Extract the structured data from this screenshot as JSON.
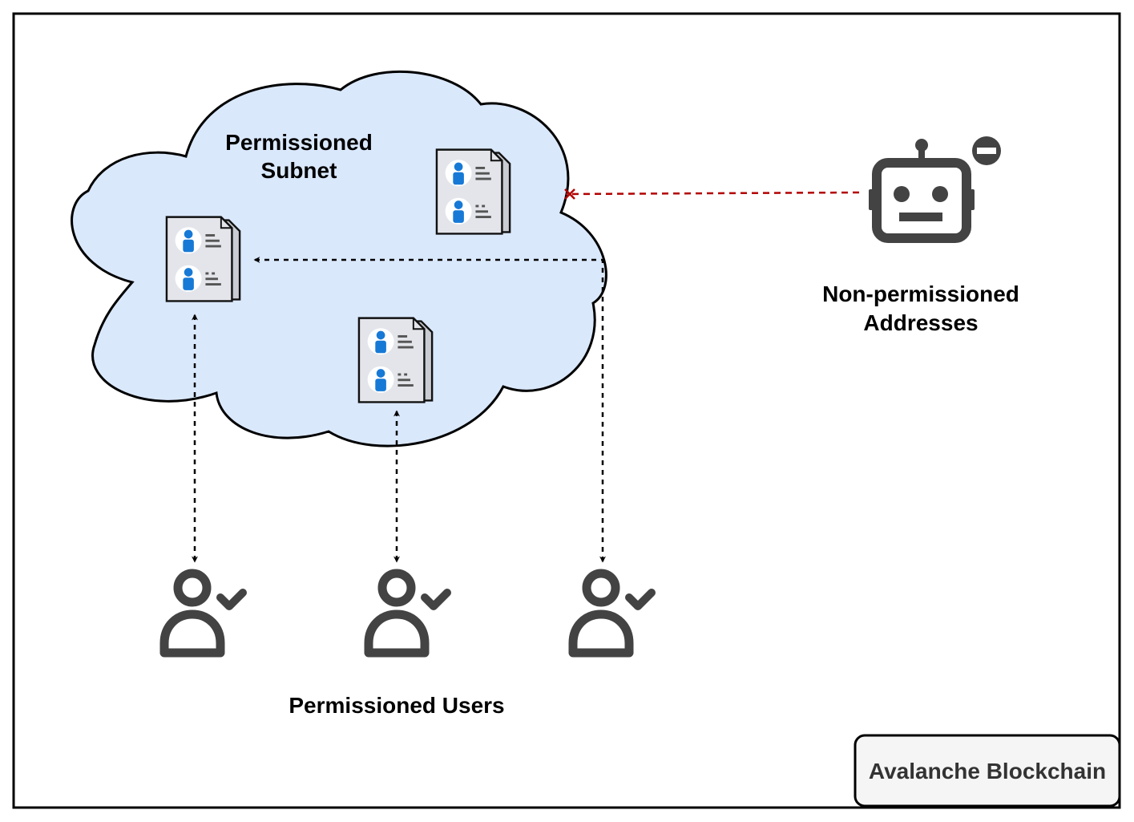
{
  "diagram": {
    "subnet": {
      "title_line1": "Permissioned",
      "title_line2": "Subnet"
    },
    "non_permissioned": {
      "line1": "Non-permissioned",
      "line2": "Addresses"
    },
    "users_label": "Permissioned Users",
    "badge_label": "Avalanche Blockchain",
    "icons": {
      "document": "contact-document-icon",
      "robot": "robot-icon",
      "minus_badge": "minus-circle-icon",
      "user": "user-check-icon",
      "blocked_marker": "x-mark-icon"
    },
    "colors": {
      "cloud_fill": "#dae8fc",
      "cloud_stroke": "#000000",
      "document_fill": "#d9dbe0",
      "person_blue": "#1679d6",
      "icon_gray": "#434343",
      "blocked_line": "#b20000",
      "badge_fill": "#f5f5f5",
      "badge_text": "#333333"
    }
  }
}
